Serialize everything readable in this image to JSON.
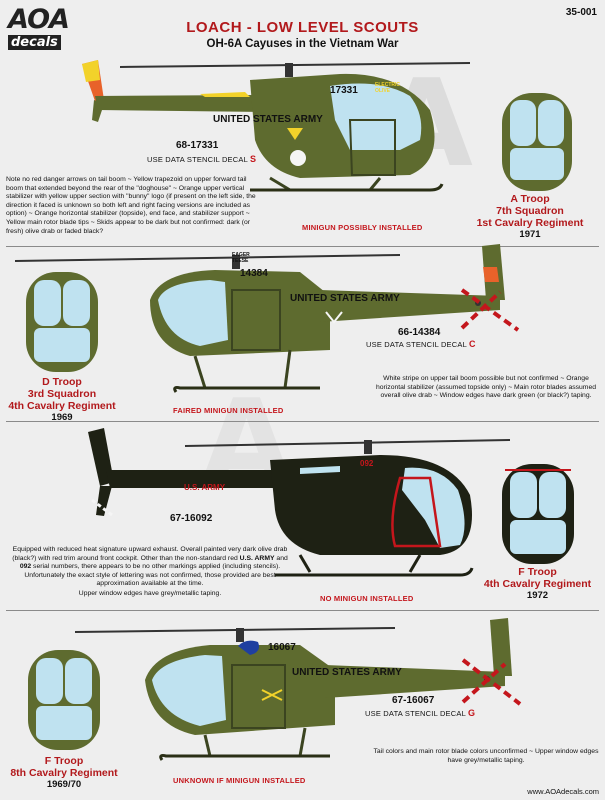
{
  "header": {
    "logo_aoa": "AOA",
    "logo_decals": "decals",
    "product_code": "35-001",
    "title": "LOACH - LOW LEVEL SCOUTS",
    "subtitle": "OH-6A Cayuses in the Vietnam War"
  },
  "watermark": {
    "text": "AOA decals"
  },
  "profiles": [
    {
      "serial": "68-17331",
      "stencil_text": "USE DATA STENCIL DECAL",
      "stencil_letter": "S",
      "tail_number": "17331",
      "fuselage_text": "UNITED STATES ARMY",
      "nose_art": "ELECTRIC OLIVE",
      "note": "Note no red danger arrows on tail boom ~ Yellow trapezoid on upper forward tail boom that extended beyond the rear of the \"doghouse\" ~ Orange upper vertical stabilizer with yellow upper section with \"bunny\" logo (if present on the left side, the direction it faced is unknown so both left and right facing versions are included as option) ~ Orange horizontal stabilizer (topside), end face, and stabilizer support ~ Yellow main rotor blade tips ~ Skids appear to be dark but not confirmed: dark (or fresh) olive drab or faded black?",
      "weapon_label": "MINIGUN POSSIBLY INSTALLED",
      "unit_lines": [
        "A Troop",
        "7th Squadron",
        "1st Cavalry Regiment"
      ],
      "year": "1971"
    },
    {
      "serial": "66-14384",
      "stencil_text": "USE DATA STENCIL DECAL",
      "stencil_letter": "C",
      "tail_number": "14384",
      "fuselage_text": "UNITED STATES ARMY",
      "nose_art": "EAGER TEESE",
      "note": "White stripe on upper tail boom possible but not confirmed ~ Orange horizontal stabilizer (assumed topside only) ~ Main rotor blades assumed overall olive drab ~ Window edges have dark green (or black?) taping.",
      "weapon_label": "FAIRED MINIGUN INSTALLED",
      "unit_lines": [
        "D Troop",
        "3rd Squadron",
        "4th Cavalry Regiment"
      ],
      "year": "1969"
    },
    {
      "serial": "67-16092",
      "stencil_text": "",
      "stencil_letter": "",
      "tail_number": "092",
      "fuselage_text": "U.S. ARMY",
      "nose_art": "",
      "note_part1": "Equipped with reduced heat signature upward exhaust. Overall painted very dark olive drab (black?) with red trim around front cockpit. Other than the non-standard red ",
      "note_bold1": "U.S. ARMY",
      "note_part2": " and ",
      "note_bold2": "092",
      "note_part3": " serial numbers, there appears to be no other markings applied (including stencils). Unfortunately the exact style of lettering was not confirmed, those provided are best approximation available at the time.",
      "note_extra": "Upper window edges have grey/metallic taping.",
      "weapon_label": "NO MINIGUN INSTALLED",
      "unit_lines": [
        "F Troop",
        "4th Cavalry Regiment"
      ],
      "year": "1972"
    },
    {
      "serial": "67-16067",
      "stencil_text": "USE DATA STENCIL DECAL",
      "stencil_letter": "G",
      "tail_number": "16067",
      "fuselage_text": "UNITED STATES ARMY",
      "nose_art": "",
      "note": "Tail colors and main rotor blade colors unconfirmed ~ Upper window edges have grey/metallic taping.",
      "weapon_label": "UNKNOWN IF MINIGUN INSTALLED",
      "unit_lines": [
        "F Troop",
        "8th Cavalry Regiment"
      ],
      "year": "1969/70"
    }
  ],
  "footer": {
    "url": "www.AOAdecals.com"
  },
  "colors": {
    "olive": "#5e6b2f",
    "olive_dark": "#47521f",
    "black_olive": "#1e2114",
    "glass": "#bfe2f0",
    "red": "#c4161c",
    "orange": "#e8622a",
    "yellow": "#f2d22a"
  }
}
